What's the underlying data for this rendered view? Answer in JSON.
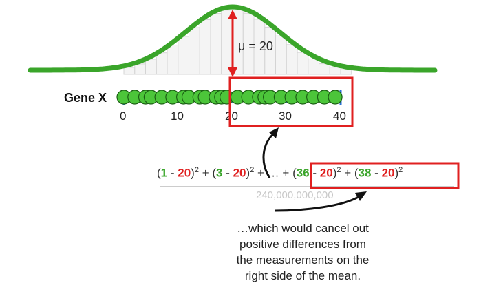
{
  "mu_label": "μ = 20",
  "gene_label": "Gene X",
  "axis": {
    "min": 0,
    "max": 40,
    "ticks": [
      "0",
      "10",
      "20",
      "30",
      "40"
    ]
  },
  "measurements": [
    0,
    2,
    4,
    5,
    7,
    9,
    11,
    12,
    14,
    15,
    17,
    18,
    19,
    21,
    23,
    25,
    26,
    27,
    29,
    31,
    33,
    35,
    37,
    39
  ],
  "equation": {
    "open1": "(",
    "v1": "1",
    "minus1": " - ",
    "m1": "20",
    "close1": ")",
    "sq": "2",
    "plus1": " + ",
    "open2": "(",
    "v2": "3",
    "minus2": " - ",
    "m2": "20",
    "close2": ")",
    "plus_dots": " + … + ",
    "open3": "(",
    "v3": "36",
    "minus3": " - ",
    "m3": "20",
    "close3": ")",
    "plus3": " + ",
    "open4": "(",
    "v4": "38",
    "minus4": " - ",
    "m4": "20",
    "close4": ")"
  },
  "total": "240,000,000,000",
  "caption": [
    "…which would cancel out",
    "positive differences from",
    "the measurements on the",
    "right side of the mean."
  ],
  "colors": {
    "curve": "#3aa52a",
    "dot": "#4cc53a",
    "highlight": "#e02020",
    "arrow": "#e02020"
  }
}
